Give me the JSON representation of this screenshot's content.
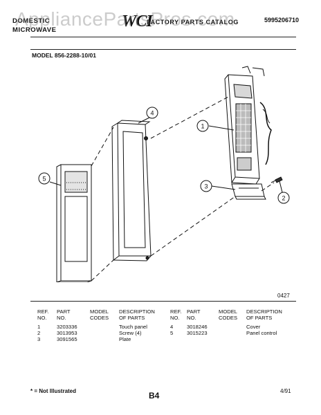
{
  "watermark": "AppliancePartsPros.com",
  "header": {
    "brand_line1": "DOMESTIC",
    "brand_line2": "MICROWAVE",
    "logo": "WCI",
    "catalog": "FACTORY PARTS CATALOG",
    "catalog_number": "5995206710"
  },
  "model_line": "MODEL 856-2288-10/01",
  "callouts": [
    "1",
    "2",
    "3",
    "4",
    "5"
  ],
  "figure_code": "0427",
  "table_headers": {
    "ref_no_l1": "REF.",
    "ref_no_l2": "NO.",
    "part_no_l1": "PART",
    "part_no_l2": "NO.",
    "model_codes_l1": "MODEL",
    "model_codes_l2": "CODES",
    "description_l1": "DESCRIPTION",
    "description_l2": "OF PARTS"
  },
  "parts_left": [
    {
      "ref": "1",
      "part": "3203336",
      "codes": "",
      "desc": "Touch panel"
    },
    {
      "ref": "2",
      "part": "3013953",
      "codes": "",
      "desc": "Screw (4)"
    },
    {
      "ref": "3",
      "part": "3091565",
      "codes": "",
      "desc": "Plate"
    }
  ],
  "parts_right": [
    {
      "ref": "4",
      "part": "3018246",
      "codes": "",
      "desc": "Cover"
    },
    {
      "ref": "5",
      "part": "3015223",
      "codes": "",
      "desc": "Panel control"
    }
  ],
  "footer": {
    "not_illustrated": "* = Not Illustrated",
    "page": "B4",
    "date": "4/91"
  }
}
